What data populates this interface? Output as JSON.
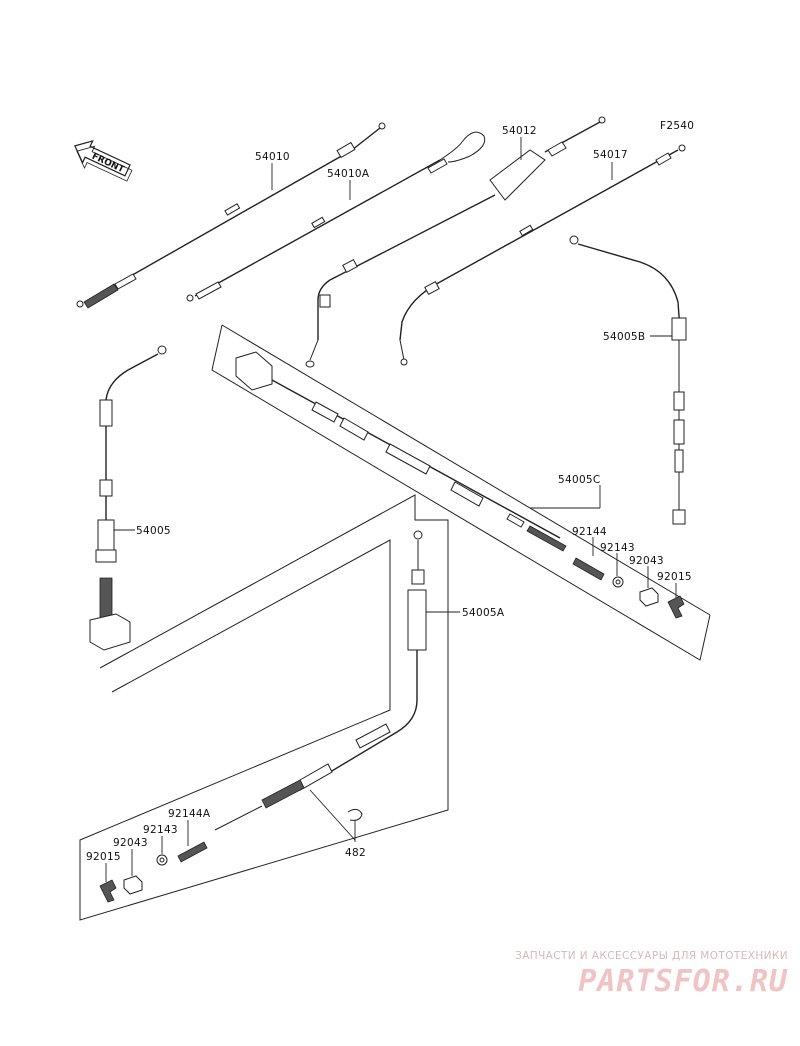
{
  "figure_code": "F2540",
  "front_marker": "FRONT",
  "parts": [
    {
      "id": "p54010",
      "number": "54010"
    },
    {
      "id": "p54010A",
      "number": "54010A"
    },
    {
      "id": "p54012",
      "number": "54012"
    },
    {
      "id": "p54017",
      "number": "54017"
    },
    {
      "id": "p54005B",
      "number": "54005B"
    },
    {
      "id": "p54005C",
      "number": "54005C"
    },
    {
      "id": "p54005",
      "number": "54005"
    },
    {
      "id": "p54005A",
      "number": "54005A"
    },
    {
      "id": "p92144",
      "number": "92144"
    },
    {
      "id": "p92143",
      "number": "92143"
    },
    {
      "id": "p92043",
      "number": "92043"
    },
    {
      "id": "p92015",
      "number": "92015"
    },
    {
      "id": "p92144A",
      "number": "92144A"
    },
    {
      "id": "p92143b",
      "number": "92143"
    },
    {
      "id": "p92043b",
      "number": "92043"
    },
    {
      "id": "p92015b",
      "number": "92015"
    },
    {
      "id": "p482",
      "number": "482"
    }
  ],
  "watermark": {
    "text": "ЗАПЧАСТИ И АКСЕССУАРЫ ДЛЯ МОТОТЕХНИКИ",
    "logo": "PARTSFOR.RU"
  }
}
